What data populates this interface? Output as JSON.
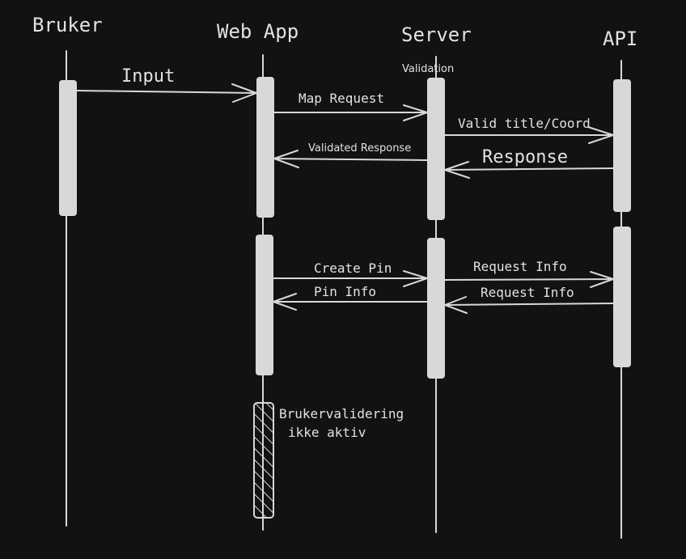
{
  "actors": {
    "bruker": "Bruker",
    "web_app": "Web App",
    "server": "Server",
    "api": "API"
  },
  "notes": {
    "validation": "Validation",
    "brukervalidering_line1": "Brukervalidering",
    "brukervalidering_line2": "ikke aktiv"
  },
  "messages": {
    "input": "Input",
    "map_request": "Map Request",
    "valid_title_coord": "Valid title/Coord",
    "response": "Response",
    "validated_response": "Validated Response",
    "create_pin": "Create Pin",
    "request_info_out": "Request Info",
    "request_info_back": "Request Info",
    "pin_info": "Pin Info"
  }
}
